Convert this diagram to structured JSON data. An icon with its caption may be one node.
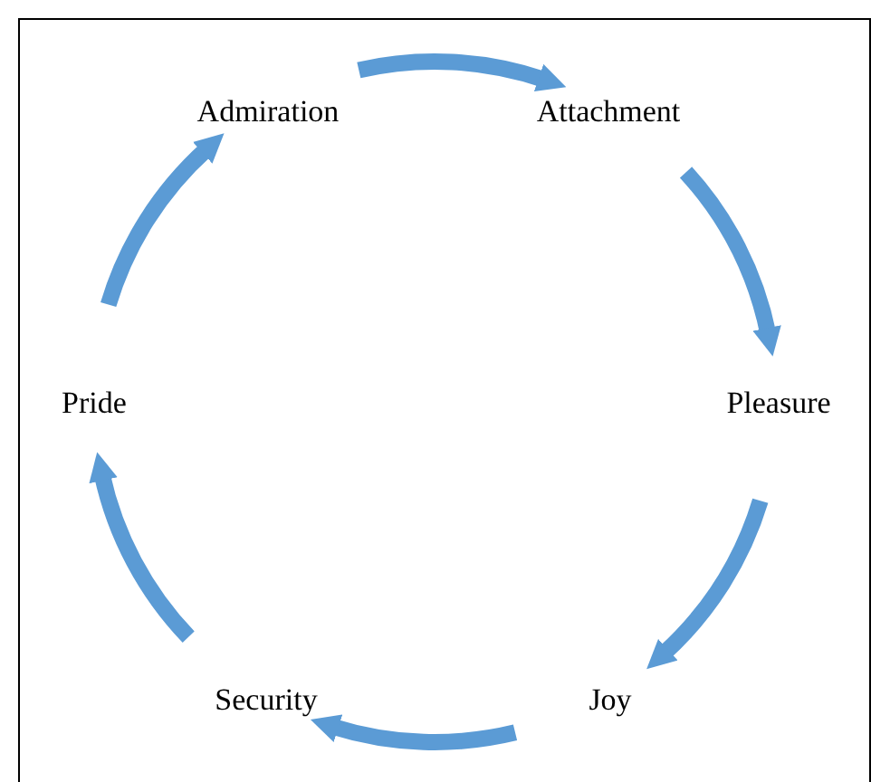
{
  "diagram": {
    "nodes": [
      {
        "text": [
          "Admiration"
        ]
      },
      {
        "text": [
          "Attachment"
        ]
      },
      {
        "text": [
          "Pleasure"
        ]
      },
      {
        "text": [
          "Joy"
        ]
      },
      {
        "text": [
          "Security"
        ]
      },
      {
        "text": [
          "Pride"
        ]
      }
    ],
    "edges": [
      {
        "from": 0,
        "to": 1,
        "arrow": "to"
      },
      {
        "from": 1,
        "to": 2,
        "arrow": "to"
      },
      {
        "from": 2,
        "to": 3,
        "arrow": "to"
      },
      {
        "from": 3,
        "to": 4,
        "arrow": "to"
      },
      {
        "from": 4,
        "to": 5,
        "arrow": "to"
      },
      {
        "from": 5,
        "to": 0,
        "arrow": "to"
      }
    ]
  }
}
